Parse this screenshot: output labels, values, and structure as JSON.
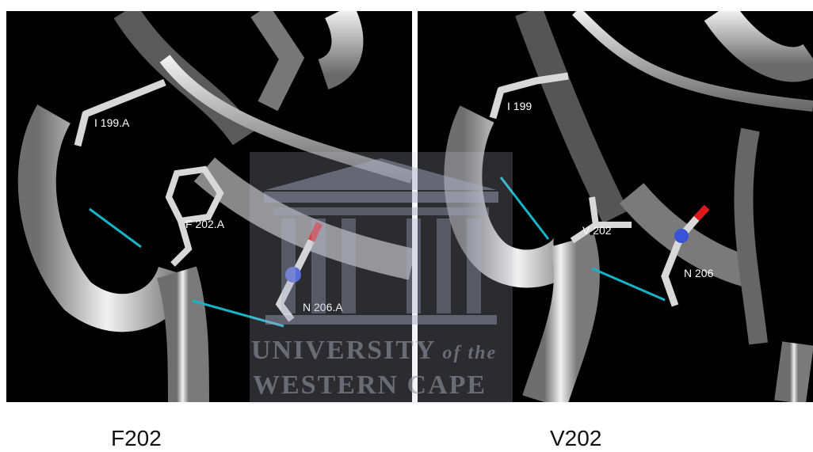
{
  "panels": [
    {
      "caption": "F202",
      "labels": {
        "res1": "I 199.A",
        "res2": "F 202.A",
        "res3": "N 206.A"
      }
    },
    {
      "caption": "V202",
      "labels": {
        "res1": "I 199",
        "res2": "V 202",
        "res3": "N 206"
      }
    }
  ],
  "watermark": {
    "line1_main": "UNIVERSITY",
    "line1_italic": " of the",
    "line2": "WESTERN CAPE"
  },
  "colors": {
    "ribbon": "#dcdcdc",
    "hbond": "#19b3c8",
    "nitrogen": "#3a52d8",
    "oxygen": "#e01818"
  }
}
